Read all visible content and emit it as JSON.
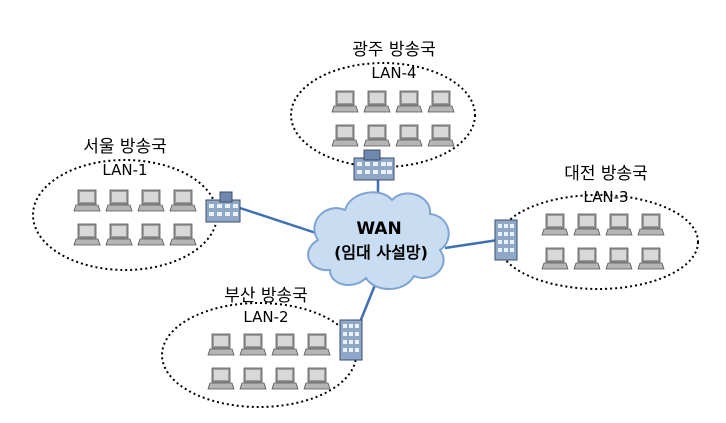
{
  "wan": {
    "label": "WAN",
    "sublabel": "(임대 사설망)"
  },
  "sites": [
    {
      "id": "seoul",
      "title": "서울 방송국",
      "lan": "LAN-1"
    },
    {
      "id": "gwangju",
      "title": "광주 방송국",
      "lan": "LAN-4"
    },
    {
      "id": "daejeon",
      "title": "대전 방송국",
      "lan": "LAN-3"
    },
    {
      "id": "busan",
      "title": "부산 방송국",
      "lan": "LAN-2"
    }
  ],
  "colors": {
    "link": "#3F6FB5",
    "cloud_fill": "#C9DDF2",
    "cloud_stroke": "#7FA4D2",
    "ellipse_stroke": "#000000",
    "laptop_body": "#9C9C9C",
    "laptop_screen": "#D8D8D8"
  },
  "icons": {
    "computer": "laptop-icon",
    "building": "office-building-icon",
    "cloud": "cloud-icon"
  }
}
